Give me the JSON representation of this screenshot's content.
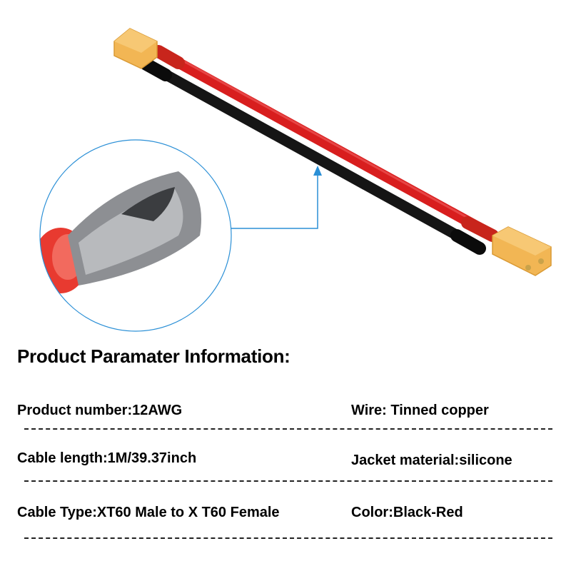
{
  "heading": "Product Paramater Information:",
  "params": [
    {
      "left": "Product number:12AWG",
      "right": "Wire: Tinned copper"
    },
    {
      "left": "Cable length:1M/39.37inch",
      "right": "Jacket material:silicone"
    },
    {
      "left": "Cable Type:XT60 Male to X T60 Female",
      "right": "Color:Black-Red"
    }
  ],
  "colors": {
    "red_wire": "#d81e1e",
    "black_wire": "#151515",
    "connector": "#f2b654",
    "callout": "#2a8fd6"
  }
}
